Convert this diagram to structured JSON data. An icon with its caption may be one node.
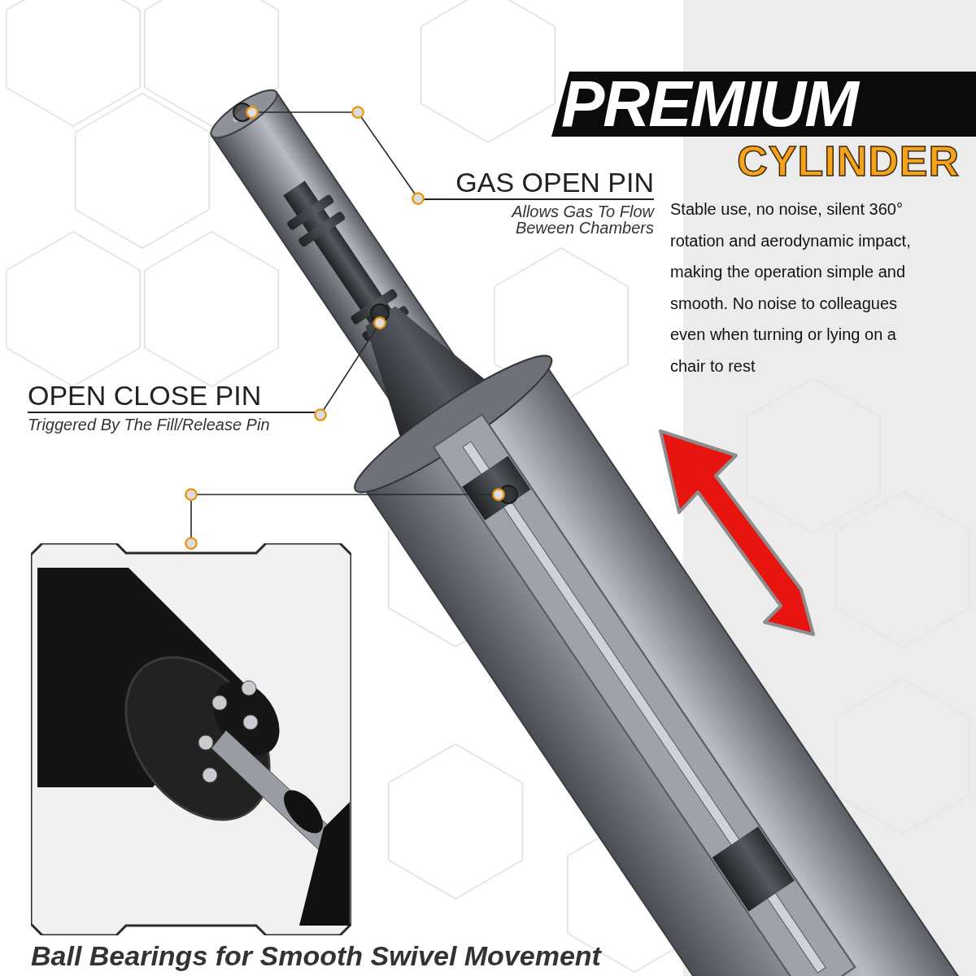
{
  "diagram": {
    "title": "PREMIUM",
    "nodes": [
      {
        "text": [
          "GAS OPEN PIN",
          "Allows Gas To Flow Beween Chambers"
        ]
      },
      {
        "text": [],
        "shape": "circle"
      },
      {
        "text": [
          "OPEN CLOSE PIN",
          "Triggered By The Fill/Release Pin"
        ]
      },
      {
        "text": [],
        "shape": "circle"
      },
      {
        "text": [],
        "shape": "picture",
        "beside": [
          "Ball Bearings for Smooth Swivel Movement"
        ]
      },
      {
        "text": [],
        "shape": "circle"
      }
    ],
    "edges": [
      {
        "from": 0,
        "to": 1,
        "arrow": "other"
      },
      {
        "from": 2,
        "to": 3,
        "arrow": "other"
      },
      {
        "from": 5,
        "to": 4,
        "arrow": "other"
      }
    ],
    "labels": [
      "CYLINDER",
      "Stable use, no noise, silent 360° rotation and aerodynamic impact, making the operation simple and smooth. No noise to colleagues even when turning or lying on a chair to rest"
    ]
  }
}
